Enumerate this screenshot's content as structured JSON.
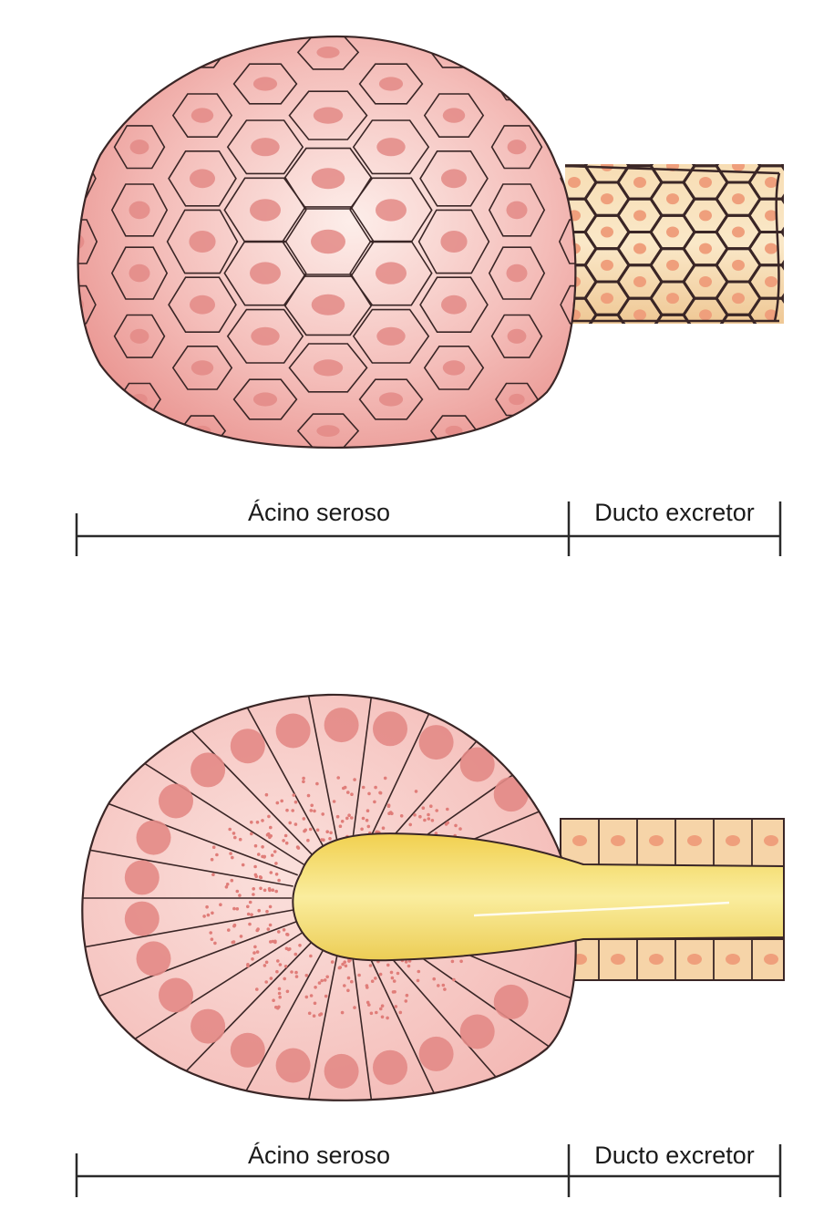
{
  "top_panel": {
    "acinus_label": "Ácino seroso",
    "duct_label": "Ducto excretor"
  },
  "bottom_panel": {
    "acinus_label": "Ácino seroso",
    "duct_label": "Ducto excretor"
  },
  "colors": {
    "acinus_fill": "#f2b3b0",
    "acinus_light": "#fbe3df",
    "nucleus": "#e38a86",
    "duct_fill": "#f6d4a8",
    "lumen": "#f3dc67",
    "outline": "#3a2626"
  }
}
